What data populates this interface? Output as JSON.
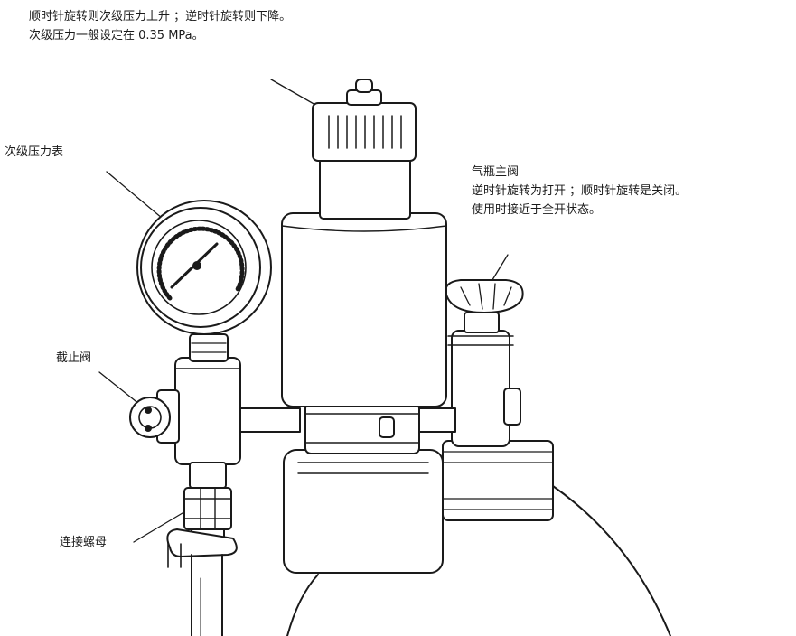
{
  "annotations": {
    "regulator_knob": {
      "line1": "顺时针旋转则次级压力上升 ；逆时针旋转则下降。",
      "line2": "次级压力一般设定在  0.35 MPa。"
    },
    "gauge": "次级压力表",
    "main_valve": {
      "title": "气瓶主阀",
      "line1": "逆时针旋转为打开 ；顺时针旋转是关闭。",
      "line2": "使用时接近于全开状态。"
    },
    "stop_valve": "截止阀",
    "nut": "连接螺母"
  },
  "colors": {
    "line": "#1a1a1a",
    "background": "#ffffff"
  }
}
